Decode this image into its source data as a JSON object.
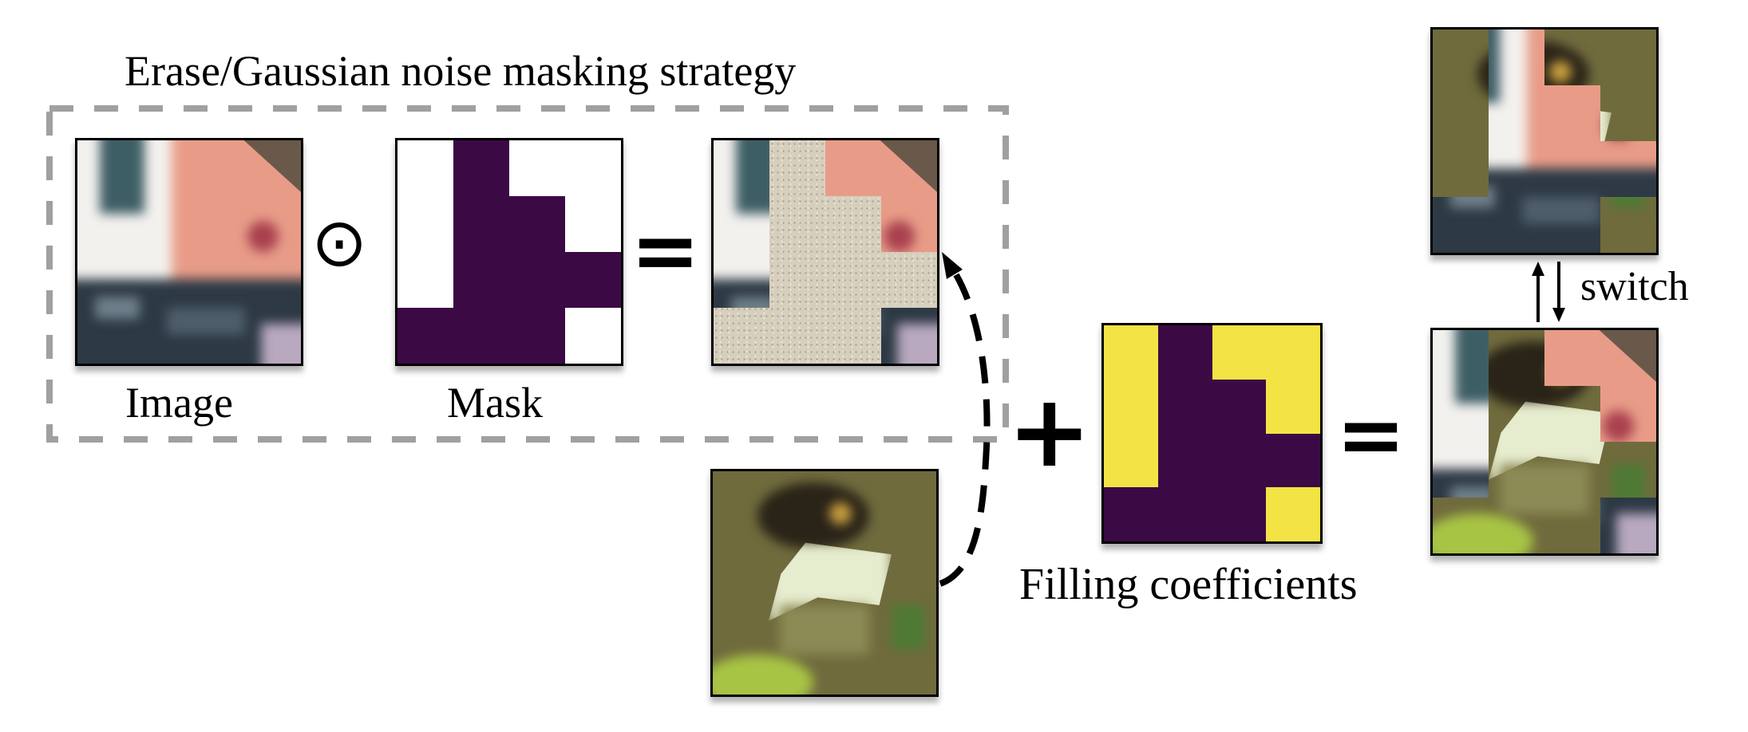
{
  "title": "Erase/Gaussian noise masking strategy",
  "labels": {
    "image": "Image",
    "mask": "Mask",
    "filling": "Filling coefficients",
    "switch": "switch"
  },
  "operators": {
    "hadamard": "⊙",
    "equals1": "=",
    "plus": "+",
    "equals2": "="
  },
  "mask_grid": [
    [
      0,
      1,
      0,
      0
    ],
    [
      0,
      1,
      1,
      0
    ],
    [
      0,
      1,
      1,
      1
    ],
    [
      1,
      1,
      1,
      0
    ]
  ],
  "colors": {
    "mask_on": "#3b0a45",
    "mask_off": "#ffffff",
    "fill_on": "#3b0a45",
    "fill_off": "#f4e345",
    "box_dash": "#a0a0a0"
  }
}
